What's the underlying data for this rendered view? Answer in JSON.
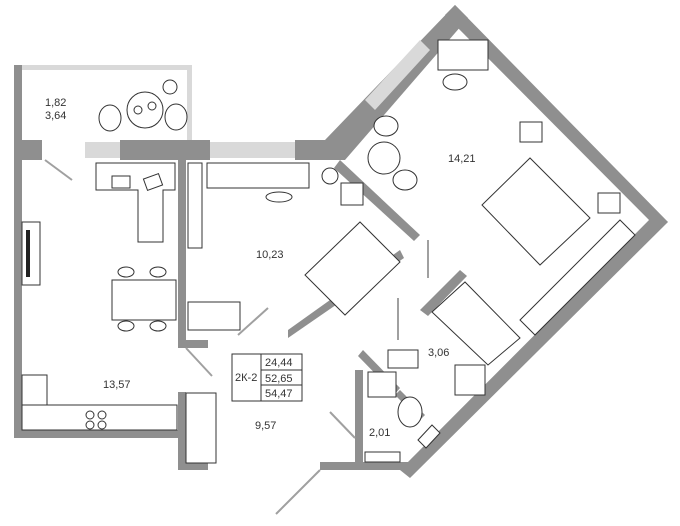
{
  "plan": {
    "apartment_type": "2К-2",
    "areas": [
      "24,44",
      "52,65",
      "54,47"
    ],
    "rooms": {
      "balcony_area_1": "1,82",
      "balcony_area_2": "3,64",
      "bedroom": "14,21",
      "study": "10,23",
      "living_kitchen": "13,57",
      "bathroom": "3,06",
      "hallway": "9,57",
      "toilet": "2,01"
    },
    "colors": {
      "wall": "#8f8f8f",
      "window": "#d9d9d9",
      "line": "#333333"
    }
  }
}
